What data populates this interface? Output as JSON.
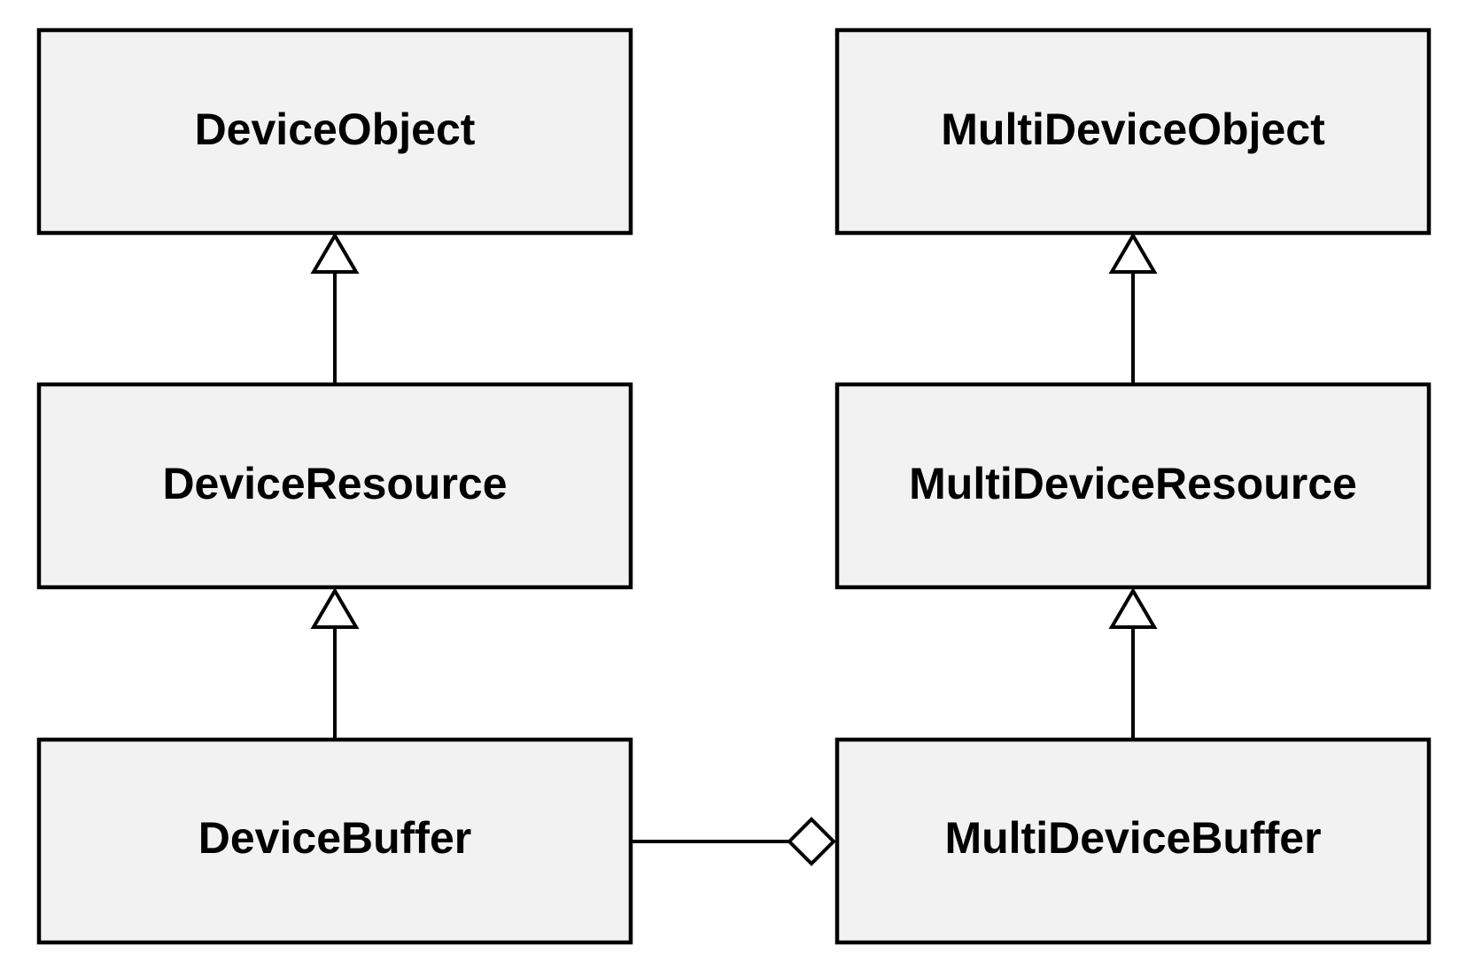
{
  "diagram": {
    "type": "uml-class-diagram",
    "classes": {
      "device_object": "DeviceObject",
      "device_resource": "DeviceResource",
      "device_buffer": "DeviceBuffer",
      "multi_device_object": "MultiDeviceObject",
      "multi_device_resource": "MultiDeviceResource",
      "multi_device_buffer": "MultiDeviceBuffer"
    },
    "relationships": [
      {
        "kind": "generalization",
        "from": "DeviceResource",
        "to": "DeviceObject"
      },
      {
        "kind": "generalization",
        "from": "DeviceBuffer",
        "to": "DeviceResource"
      },
      {
        "kind": "generalization",
        "from": "MultiDeviceResource",
        "to": "MultiDeviceObject"
      },
      {
        "kind": "generalization",
        "from": "MultiDeviceBuffer",
        "to": "MultiDeviceResource"
      },
      {
        "kind": "aggregation",
        "whole": "MultiDeviceBuffer",
        "part": "DeviceBuffer"
      }
    ],
    "colors": {
      "box_fill": "#f2f2f2",
      "stroke": "#000000",
      "background": "#ffffff"
    }
  }
}
